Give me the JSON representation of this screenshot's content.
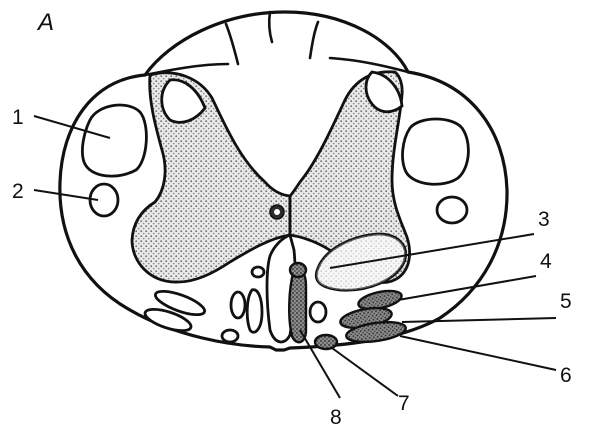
{
  "panel_label": "А",
  "labels": [
    "1",
    "2",
    "3",
    "4",
    "5",
    "6",
    "7",
    "8"
  ]
}
